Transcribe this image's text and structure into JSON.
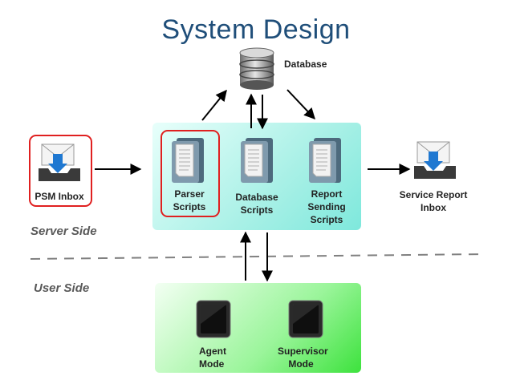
{
  "title": "System Design",
  "nodes": {
    "database": "Database",
    "psm_inbox": "PSM Inbox",
    "parser_scripts": "Parser\nScripts",
    "database_scripts": "Database\nScripts",
    "report_sending_scripts": "Report\nSending\nScripts",
    "service_report_inbox": "Service Report\nInbox",
    "agent_mode": "Agent\nMode",
    "supervisor_mode": "Supervisor\n    Mode"
  },
  "sections": {
    "server_side": "Server Side",
    "user_side": "User Side"
  },
  "colors": {
    "title": "#1f4e79",
    "highlight_border": "#e02020",
    "server_area": "#a8f0e6",
    "user_area": "#3de23d"
  }
}
